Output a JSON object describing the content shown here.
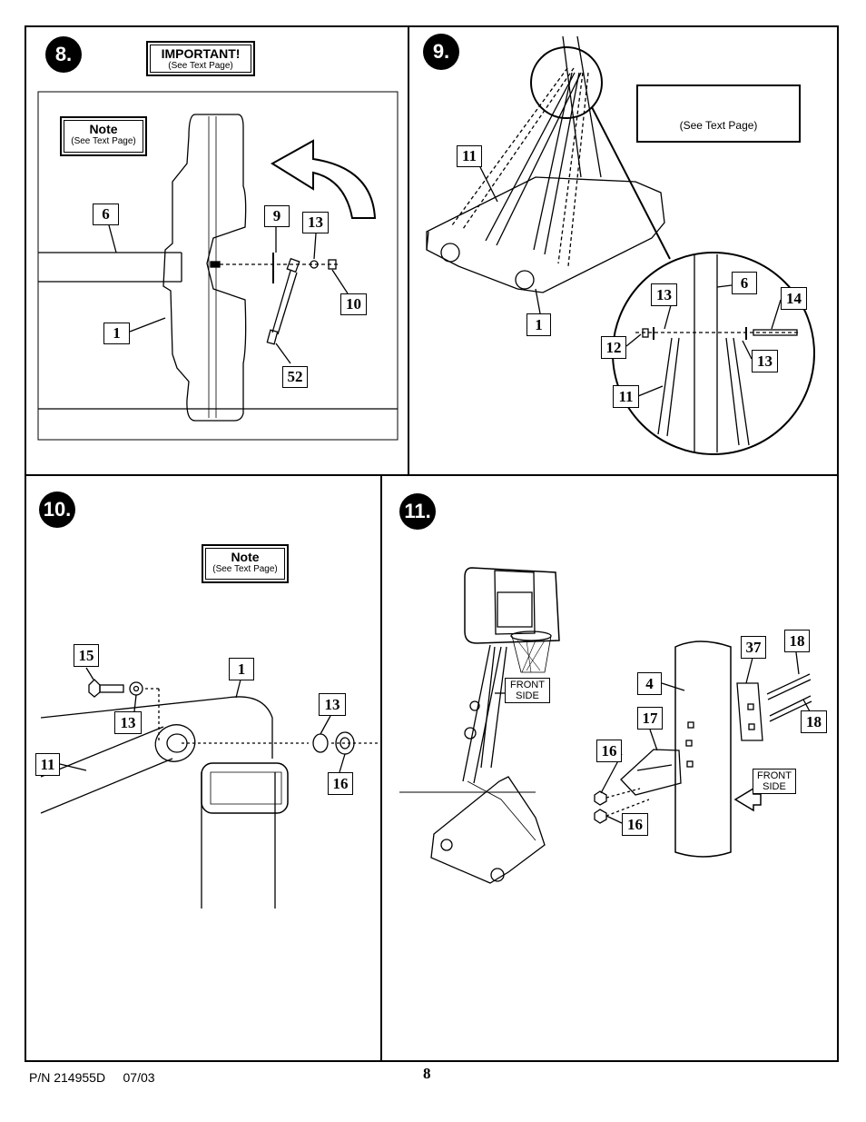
{
  "steps": {
    "s8": {
      "badge": "8.",
      "important": {
        "title": "IMPORTANT!",
        "sub": "(See Text Page)"
      },
      "note": {
        "title": "Note",
        "sub": "(See Text Page)"
      },
      "callouts": [
        "6",
        "9",
        "13",
        "10",
        "1",
        "52"
      ]
    },
    "s9": {
      "badge": "9.",
      "warning": {
        "sub": "(See Text Page)"
      },
      "callouts": [
        "11",
        "1",
        "13",
        "6",
        "14",
        "12",
        "13",
        "11"
      ]
    },
    "s10": {
      "badge": "10.",
      "note": {
        "title": "Note",
        "sub": "(See Text Page)"
      },
      "callouts": [
        "15",
        "1",
        "13",
        "13",
        "11",
        "16"
      ]
    },
    "s11": {
      "badge": "11.",
      "front_side_1": [
        "FRONT",
        "SIDE"
      ],
      "front_side_2": [
        "FRONT",
        "SIDE"
      ],
      "callouts": [
        "37",
        "18",
        "4",
        "17",
        "18",
        "16",
        "16"
      ]
    }
  },
  "footer": {
    "part_number": "P/N 214955D     07/03",
    "page": "8"
  }
}
